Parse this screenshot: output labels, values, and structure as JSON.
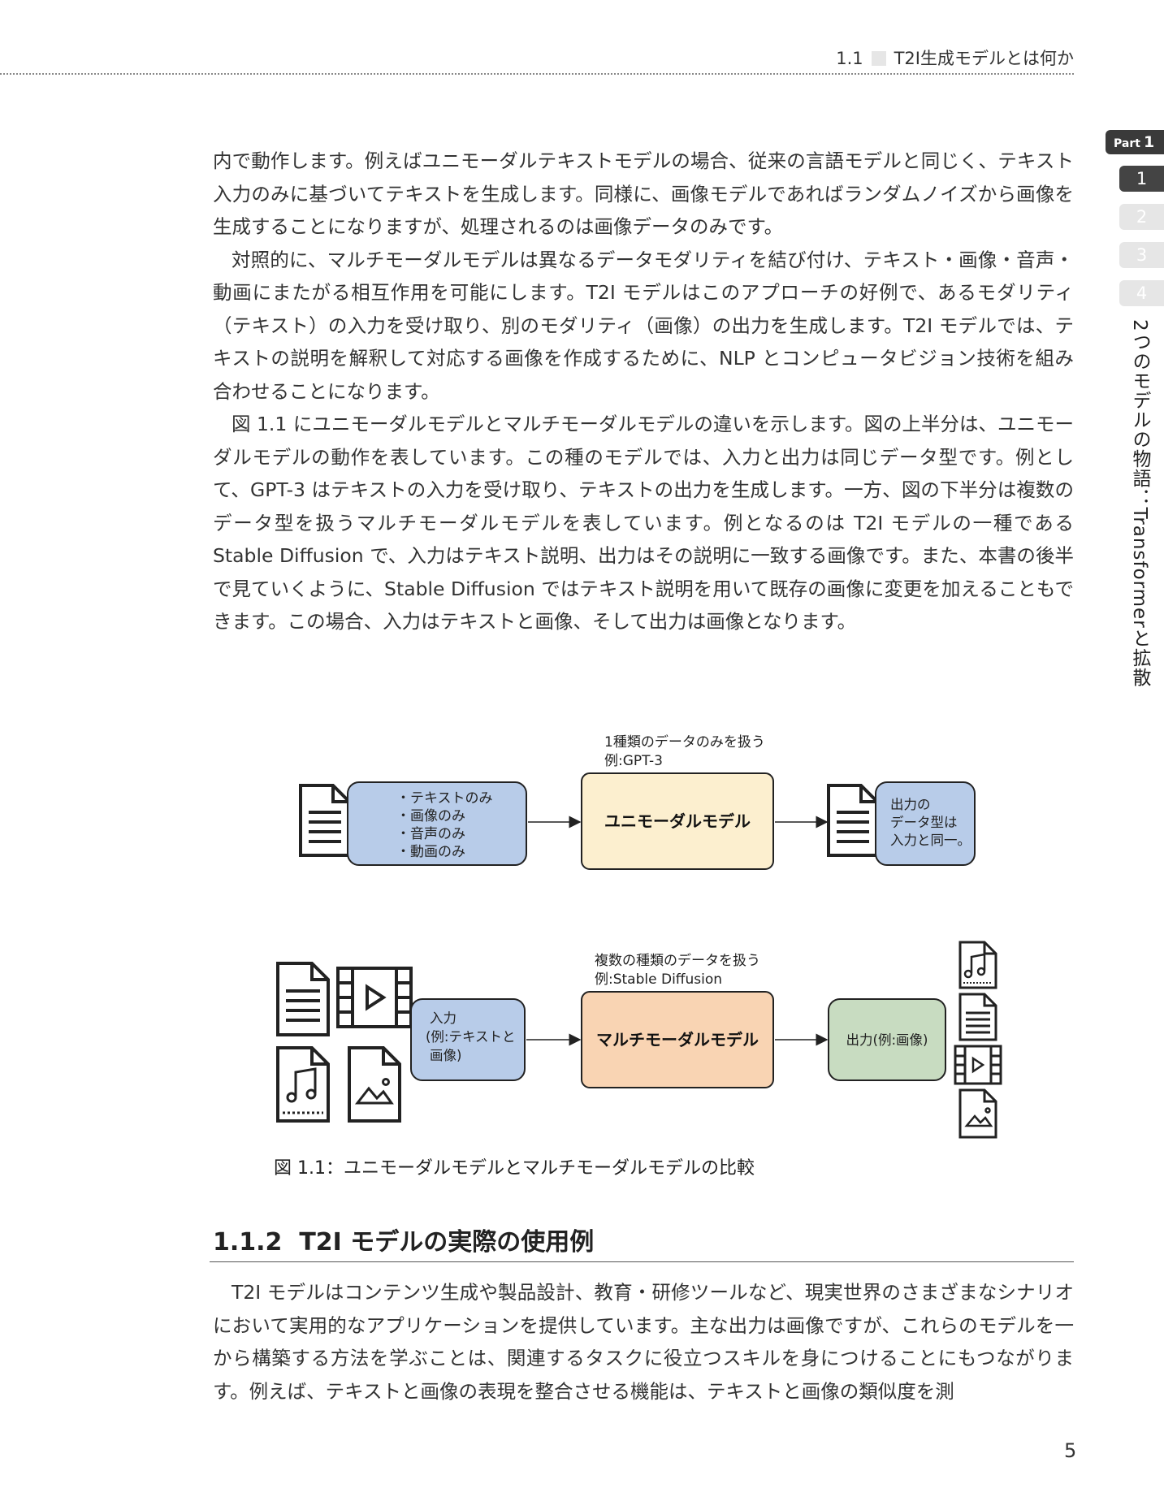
{
  "header": {
    "section_num": "1.1",
    "section_title": "T2I生成モデルとは何か"
  },
  "sidebar": {
    "part_label": "Part",
    "part_num": "1",
    "chapters": [
      "1",
      "2",
      "3",
      "4"
    ],
    "vertical_title": "2つのモデルの物語：Transformerと拡散"
  },
  "paragraphs": [
    "内で動作します。例えばユニモーダルテキストモデルの場合、従来の言語モデルと同じく、テキスト入力のみに基づいてテキストを生成します。同様に、画像モデルであればランダムノイズから画像を生成することになりますが、処理されるのは画像データのみです。",
    "対照的に、マルチモーダルモデルは異なるデータモダリティを結び付け、テキスト・画像・音声・動画にまたがる相互作用を可能にします。T2I モデルはこのアプローチの好例で、あるモダリティ（テキスト）の入力を受け取り、別のモダリティ（画像）の出力を生成します。T2I モデルでは、テキストの説明を解釈して対応する画像を作成するために、NLP とコンピュータビジョン技術を組み合わせることになります。",
    "図 1.1 にユニモーダルモデルとマルチモーダルモデルの違いを示します。図の上半分は、ユニモーダルモデルの動作を表しています。この種のモデルでは、入力と出力は同じデータ型です。例として、GPT-3 はテキストの入力を受け取り、テキストの出力を生成します。一方、図の下半分は複数のデータ型を扱うマルチモーダルモデルを表しています。例となるのは T2I モデルの一種である Stable Diffusion で、入力はテキスト説明、出力はその説明に一致する画像です。また、本書の後半で見ていくように、Stable Diffusion ではテキスト説明を用いて既存の画像に変更を加えることもできます。この場合、入力はテキストと画像、そして出力は画像となります。"
  ],
  "figure": {
    "top": {
      "note_line1": "1種類のデータのみを扱う",
      "note_line2": "例:GPT-3",
      "input_items": [
        "・テキストのみ",
        "・画像のみ",
        "・音声のみ",
        "・動画のみ"
      ],
      "model_label": "ユニモーダルモデル",
      "output_lines": [
        "出力の",
        "データ型は",
        "入力と同一。"
      ]
    },
    "bottom": {
      "note_line1": "複数の種類のデータを扱う",
      "note_line2": "例:Stable Diffusion",
      "input_lines": [
        "入力",
        "(例:テキストと",
        "画像)"
      ],
      "model_label": "マルチモーダルモデル",
      "output_label": "出力(例:画像)"
    },
    "colors": {
      "blue": "#b8cce9",
      "yellow": "#fcefcf",
      "orange": "#f9d4b3",
      "green": "#c8dcc1"
    },
    "icons": [
      "document-icon",
      "video-file-icon",
      "music-file-icon",
      "image-file-icon"
    ]
  },
  "caption": "図 1.1：ユニモーダルモデルとマルチモーダルモデルの比較",
  "section": {
    "number": "1.1.2",
    "title": "T2I モデルの実際の使用例"
  },
  "section_paragraph": "T2I モデルはコンテンツ生成や製品設計、教育・研修ツールなど、現実世界のさまざまなシナリオにおいて実用的なアプリケーションを提供しています。主な出力は画像ですが、これらのモデルを一から構築する方法を学ぶことは、関連するタスクに役立つスキルを身につけることにもつながります。例えば、テキストと画像の表現を整合させる機能は、テキストと画像の類似度を測",
  "page_number": "5"
}
